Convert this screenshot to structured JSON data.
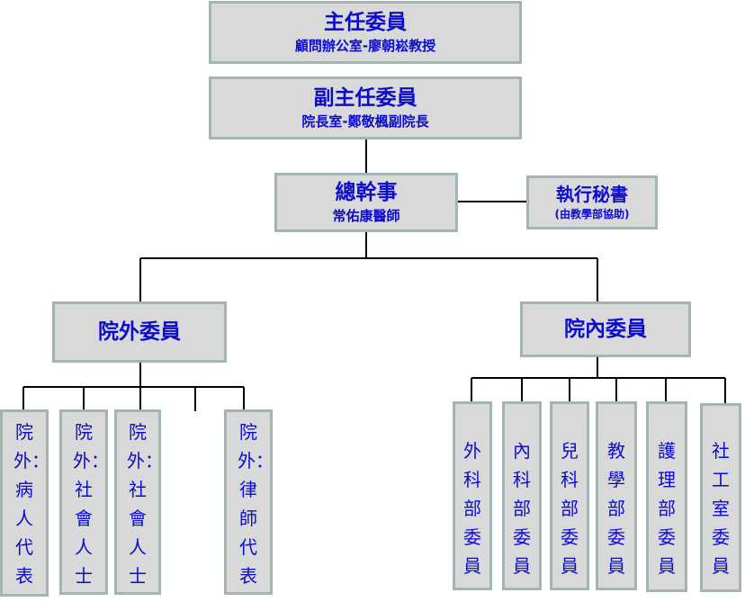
{
  "chair": {
    "title": "主任委員",
    "subtitle": "顧問辦公室-廖朝崧教授"
  },
  "vice_chair": {
    "title": "副主任委員",
    "subtitle": "院長室-鄭敬楓副院長"
  },
  "secretary_general": {
    "title": "總幹事",
    "subtitle": "常佑康醫師"
  },
  "executive_secretary": {
    "title": "執行秘書",
    "subtitle": "(由教學部協助)"
  },
  "external": {
    "title": "院外委員",
    "members": [
      "院外：病人代表",
      "院外：社會人士",
      "院外：社會人士",
      "院外：律師代表"
    ]
  },
  "internal": {
    "title": "院內委員",
    "members": [
      "外科部委員",
      "內科部委員",
      "兒科部委員",
      "教學部委員",
      "護理部委員",
      "社工室委員"
    ]
  }
}
